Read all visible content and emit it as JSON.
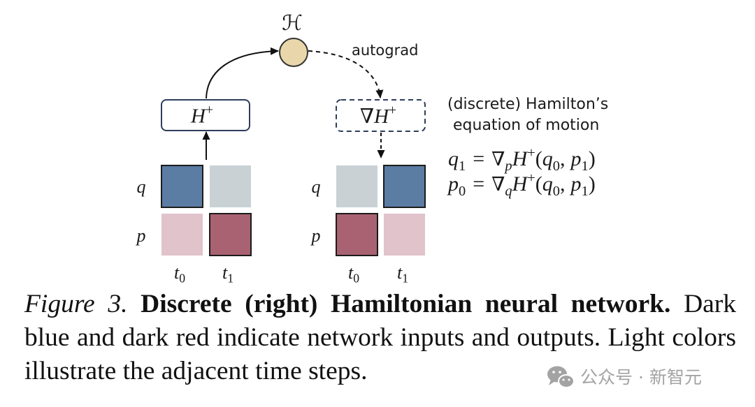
{
  "figure": {
    "node": {
      "label": "ℋ"
    },
    "autograd_label": "autograd",
    "h_plus_box": {
      "symbol": "H",
      "sup": "+"
    },
    "grad_box": {
      "nabla": "∇",
      "symbol": "H",
      "sup": "+"
    },
    "left_panel": {
      "row_labels": [
        "q",
        "p"
      ],
      "col_labels": [
        {
          "base": "t",
          "sub": "0"
        },
        {
          "base": "t",
          "sub": "1"
        }
      ]
    },
    "right_panel": {
      "row_labels": [
        "q",
        "p"
      ],
      "col_labels": [
        {
          "base": "t",
          "sub": "0"
        },
        {
          "base": "t",
          "sub": "1"
        }
      ]
    }
  },
  "equations": {
    "heading": [
      "(discrete) Hamilton’s",
      "equation of motion"
    ],
    "eq1": {
      "lhs": "q",
      "lhs_sub": "1",
      "equals": "=",
      "nabla": "∇",
      "nabla_sub": "p",
      "fn": "H",
      "fn_sup": "+",
      "open": "(",
      "arg1": "q",
      "arg1_sub": "0",
      "comma": ",",
      "arg2": "p",
      "arg2_sub": "1",
      "close": ")"
    },
    "eq2": {
      "lhs": "p",
      "lhs_sub": "0",
      "equals": "=",
      "nabla": "∇",
      "nabla_sub": "q",
      "fn": "H",
      "fn_sup": "+",
      "open": "(",
      "arg1": "q",
      "arg1_sub": "0",
      "comma": ",",
      "arg2": "p",
      "arg2_sub": "1",
      "close": ")"
    }
  },
  "caption": {
    "label": "Figure 3.",
    "title": "Discrete (right) Hamiltonian neural network.",
    "body": "Dark blue and dark red indicate network inputs and outputs. Light colors illustrate the adjacent time steps."
  },
  "watermark": {
    "icon": "wechat-icon",
    "text": "公众号 · 新智元"
  },
  "colors": {
    "dark_blue": "#5b7ca3",
    "light_gray": "#c9d1d5",
    "dark_red": "#a96272",
    "light_pink": "#e1c3cb",
    "node_fill": "#e9d7ab",
    "box_stroke": "#2d3d5c",
    "cell_border": "#1c1c1c",
    "watermark": "#a3a3a3"
  }
}
